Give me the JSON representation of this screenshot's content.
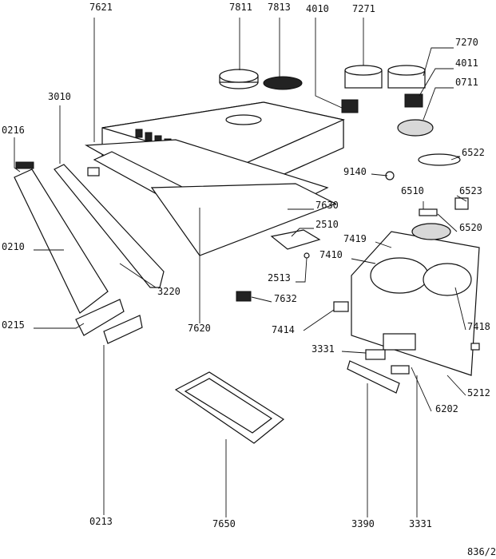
{
  "drawing_id": "836/2",
  "part_labels": [
    {
      "id": "p7621",
      "text": "7621"
    },
    {
      "id": "p7811",
      "text": "7811"
    },
    {
      "id": "p7813",
      "text": "7813"
    },
    {
      "id": "p4010",
      "text": "4010"
    },
    {
      "id": "p7271",
      "text": "7271"
    },
    {
      "id": "p7270",
      "text": "7270"
    },
    {
      "id": "p4011",
      "text": "4011"
    },
    {
      "id": "p0711",
      "text": "0711"
    },
    {
      "id": "p3010",
      "text": "3010"
    },
    {
      "id": "p0216",
      "text": "0216"
    },
    {
      "id": "p6522",
      "text": "6522"
    },
    {
      "id": "p9140",
      "text": "9140"
    },
    {
      "id": "p6510",
      "text": "6510"
    },
    {
      "id": "p6523",
      "text": "6523"
    },
    {
      "id": "p7630",
      "text": "7630"
    },
    {
      "id": "p6520",
      "text": "6520"
    },
    {
      "id": "p2510",
      "text": "2510"
    },
    {
      "id": "p7419",
      "text": "7419"
    },
    {
      "id": "p0210",
      "text": "0210"
    },
    {
      "id": "p7410",
      "text": "7410"
    },
    {
      "id": "p2513",
      "text": "2513"
    },
    {
      "id": "p3220",
      "text": "3220"
    },
    {
      "id": "p7632",
      "text": "7632"
    },
    {
      "id": "p0215",
      "text": "0215"
    },
    {
      "id": "p7620",
      "text": "7620"
    },
    {
      "id": "p7414",
      "text": "7414"
    },
    {
      "id": "p7418",
      "text": "7418"
    },
    {
      "id": "p3331a",
      "text": "3331"
    },
    {
      "id": "p5212",
      "text": "5212"
    },
    {
      "id": "p6202",
      "text": "6202"
    },
    {
      "id": "p0213",
      "text": "0213"
    },
    {
      "id": "p7650",
      "text": "7650"
    },
    {
      "id": "p3390",
      "text": "3390"
    },
    {
      "id": "p3331b",
      "text": "3331"
    }
  ]
}
